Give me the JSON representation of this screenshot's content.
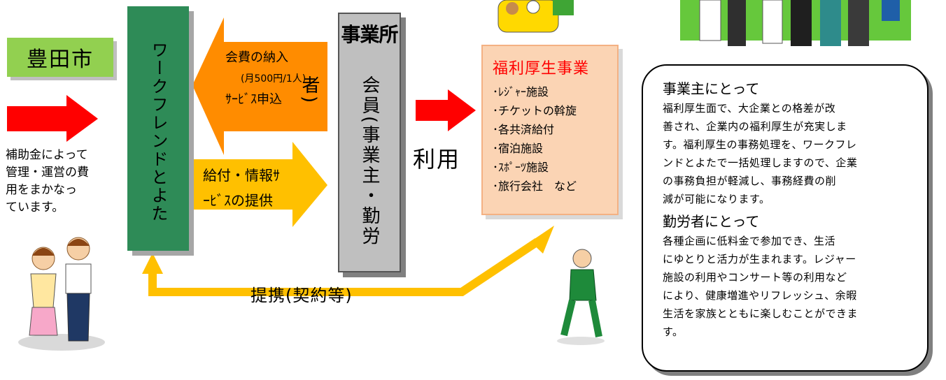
{
  "city": {
    "label": "豊田市"
  },
  "subsidy": {
    "lines": [
      "補助金によって",
      "管理・運営の費",
      "用をまかなっ",
      "ています。"
    ]
  },
  "workfriend": {
    "label": "ワークフレンドとよた"
  },
  "fee_arrow": {
    "line1": "会費の納入",
    "line2": "(月500円/1人)",
    "line3": "ｻｰﾋﾞｽ申込"
  },
  "provide_arrow": {
    "line1": "給付・情報ｻ",
    "line2": "ｰﾋﾞｽの提供"
  },
  "office": {
    "title": "事業所",
    "member": "会員(事業主・勤労者)"
  },
  "use": {
    "label": "利用"
  },
  "welfare": {
    "title": "福利厚生事業",
    "items": [
      "･ﾚｼﾞｬｰ施設",
      "･チケットの斡旋",
      "･各共済給付",
      "･宿泊施設",
      "･ｽﾎﾟｰﾂ施設",
      "･旅行会社　など"
    ]
  },
  "tieup": {
    "label": "提携(契約等)"
  },
  "info": {
    "employer_heading": "事業主にとって",
    "employer_lines": [
      "福利厚生面で、大企業との格差が改",
      "善され、企業内の福利厚生が充実しま",
      "す。福利厚生の事務処理を、ワークフレ",
      "ンドとよたで一括処理しますので、企業",
      "の事務負担が軽減し、事務経費の削",
      "減が可能になります。"
    ],
    "worker_heading": "勤労者にとって",
    "worker_lines": [
      "各種企画に低料金で参加でき、生活",
      "にゆとりと活力が生まれます。レジャー",
      "施設の利用やコンサート等の利用など",
      "により、健康増進やリフレッシュ、余暇",
      "生活を家族とともに楽しむことができま",
      "す。"
    ]
  },
  "colors": {
    "city_green": "#92d050",
    "workfriend_green": "#2e8b57",
    "orange_arrow": "#ff8c00",
    "yellow_arrow": "#ffc000",
    "red_arrow": "#ff0000",
    "welfare_fill": "#fbd4b4",
    "welfare_title": "#ff0000"
  }
}
